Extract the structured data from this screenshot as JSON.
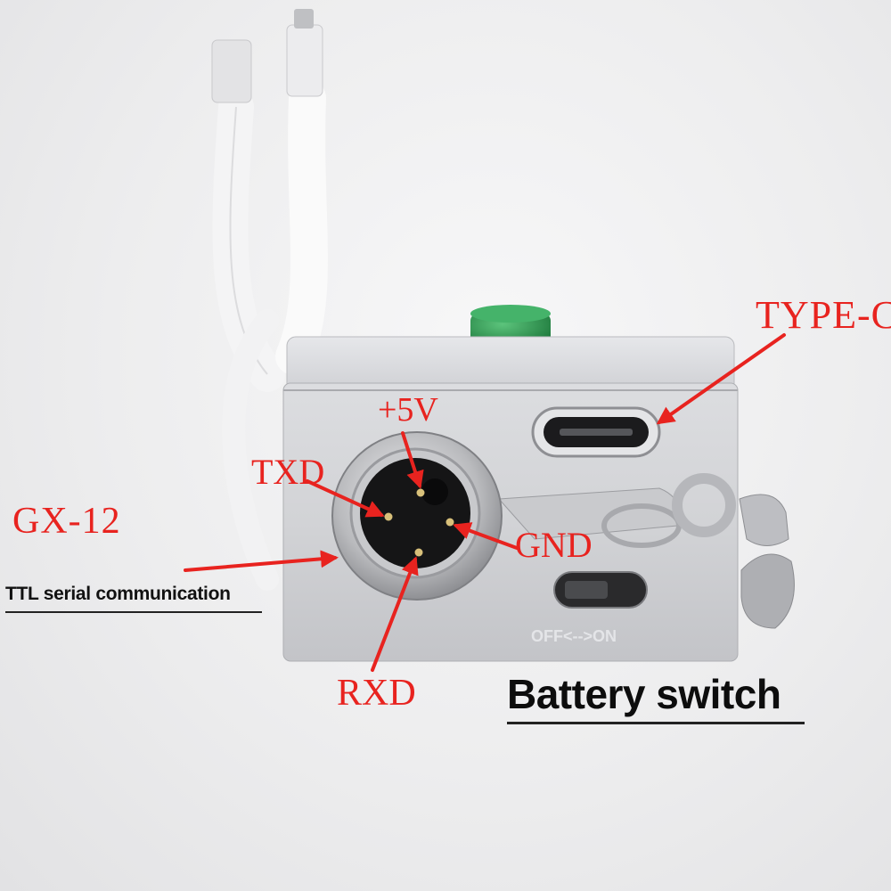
{
  "labels": {
    "type_c": "TYPE-C",
    "plus5v": "+5V",
    "txd": "TXD",
    "gx12": "GX-12",
    "gnd": "GND",
    "rxd": "RXD",
    "ttl": "TTL serial communication",
    "battery_switch": "Battery switch"
  },
  "device": {
    "switch_marking": "OFF<-->ON"
  },
  "colors": {
    "annotation_red": "#e8231f",
    "button_green": "#2f9a52",
    "housing_silver": "#d4d5d8"
  }
}
